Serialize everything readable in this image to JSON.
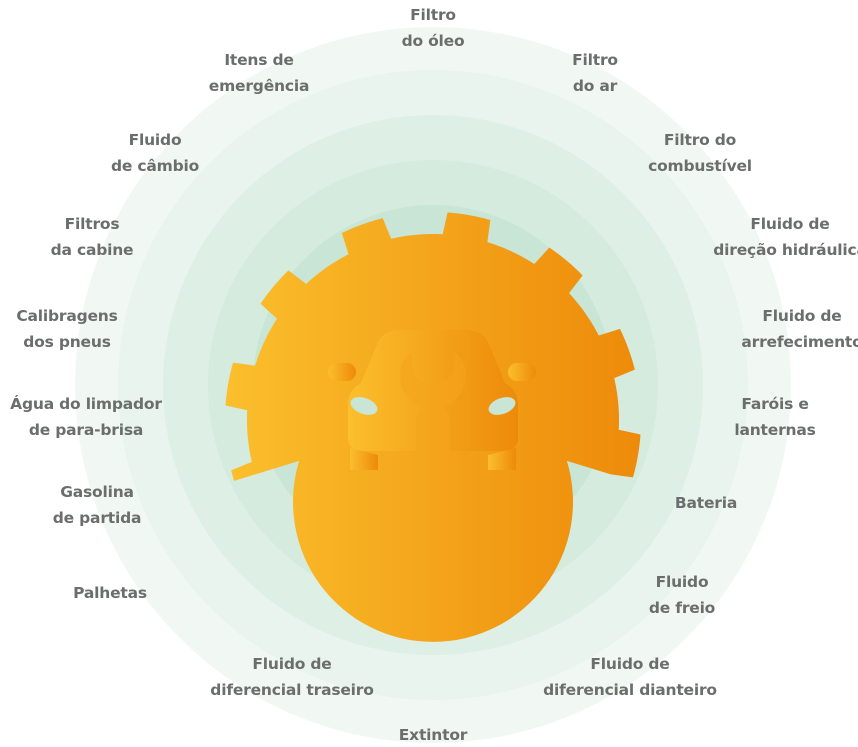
{
  "colors": {
    "ring1": "#f1f8f4",
    "ring2": "#e7f4ec",
    "ring3": "#ddefe4",
    "ring4": "#d3eadd",
    "ring5": "#c9e5d6",
    "gear_start": "#fbbf2c",
    "gear_end": "#ed8a0a",
    "text": "#6b6e6c"
  },
  "center_icon": "gear-with-car-and-wrench-icon",
  "labels": [
    {
      "id": "filtro-oleo",
      "lines": [
        "Filtro",
        "do óleo"
      ]
    },
    {
      "id": "itens-emergencia",
      "lines": [
        "Itens de",
        "emergência"
      ]
    },
    {
      "id": "filtro-ar",
      "lines": [
        "Filtro",
        "do ar"
      ]
    },
    {
      "id": "fluido-cambio",
      "lines": [
        "Fluido",
        "de câmbio"
      ]
    },
    {
      "id": "filtro-combustivel",
      "lines": [
        "Filtro do",
        "combustível"
      ]
    },
    {
      "id": "filtros-cabine",
      "lines": [
        "Filtros",
        "da cabine"
      ]
    },
    {
      "id": "fluido-direcao",
      "lines": [
        "Fluido de",
        "direção hidráulica"
      ]
    },
    {
      "id": "calibragens-pneus",
      "lines": [
        "Calibragens",
        "dos pneus"
      ]
    },
    {
      "id": "fluido-arrefecimento",
      "lines": [
        "Fluido de",
        "arrefecimento"
      ]
    },
    {
      "id": "agua-limpador",
      "lines": [
        "Água do limpador",
        "de para-brisa"
      ]
    },
    {
      "id": "farois-lanternas",
      "lines": [
        "Faróis e",
        "lanternas"
      ]
    },
    {
      "id": "gasolina-partida",
      "lines": [
        "Gasolina",
        "de partida"
      ]
    },
    {
      "id": "bateria",
      "lines": [
        "Bateria"
      ]
    },
    {
      "id": "palhetas",
      "lines": [
        "Palhetas"
      ]
    },
    {
      "id": "fluido-freio",
      "lines": [
        "Fluido",
        "de freio"
      ]
    },
    {
      "id": "diferencial-traseiro",
      "lines": [
        "Fluido de",
        "diferencial traseiro"
      ]
    },
    {
      "id": "diferencial-dianteiro",
      "lines": [
        "Fluido de",
        "diferencial dianteiro"
      ]
    },
    {
      "id": "extintor",
      "lines": [
        "Extintor"
      ]
    }
  ]
}
